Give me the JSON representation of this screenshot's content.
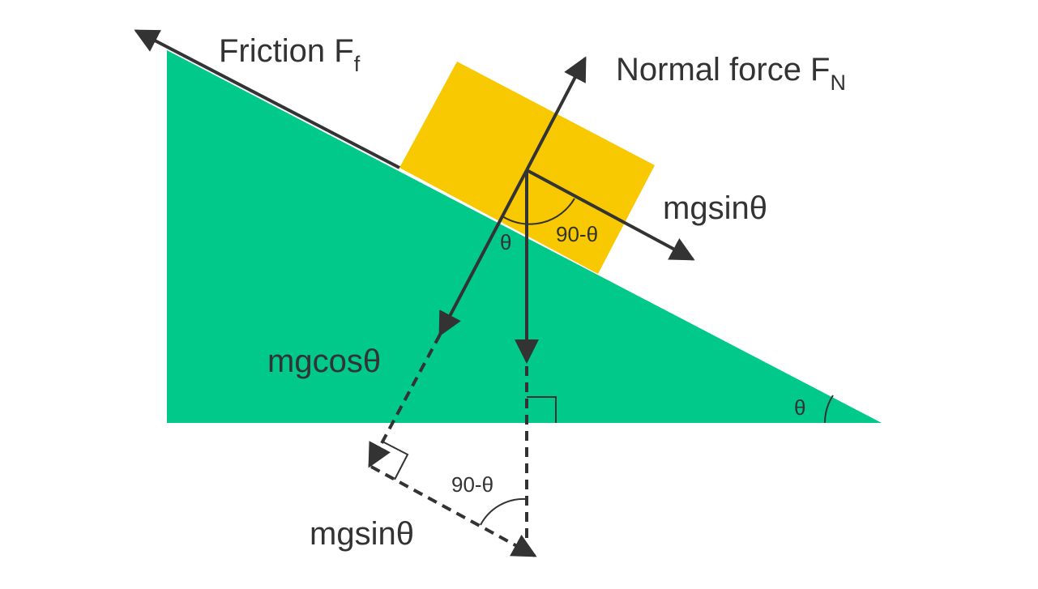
{
  "colors": {
    "incline": "#00c98a",
    "block": "#f8c800",
    "arrow": "#333333",
    "background": "#ffffff"
  },
  "labels": {
    "friction_main": "Friction F",
    "friction_sub": "f",
    "normal_main": "Normal force F",
    "normal_sub": "N",
    "mgsin_upper": "mgsinθ",
    "mgcos": "mgcosθ",
    "mgsin_lower": "mgsinθ",
    "angle_theta_block": "θ",
    "angle_90_block": "90-θ",
    "angle_theta_incline": "θ",
    "angle_90_lower": "90-θ"
  }
}
